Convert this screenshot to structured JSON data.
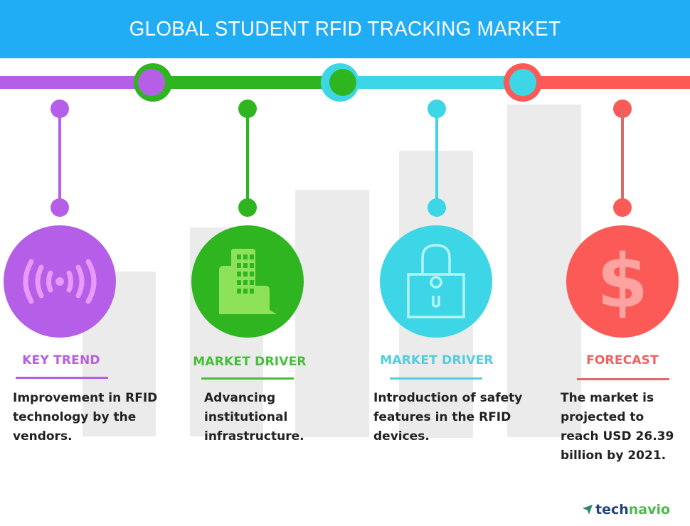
{
  "header": {
    "title": "GLOBAL STUDENT RFID TRACKING MARKET",
    "bg_color": "#21adf5"
  },
  "colors": {
    "purple": "#b55ee8",
    "green": "#2fb51f",
    "cyan": "#3dd6e6",
    "red": "#fb5a56",
    "bar_gray": "#ebebeb",
    "text": "#222222"
  },
  "columns": [
    {
      "icon": "rfid-signal-icon",
      "label": "KEY TREND",
      "label_color": "#b55ee8",
      "description": "Improvement in RFID\ntechnology by the\nvendors."
    },
    {
      "icon": "building-icon",
      "label": "MARKET DRIVER",
      "label_color": "#46bf38",
      "description": "Advancing\ninstitutional\ninfrastructure."
    },
    {
      "icon": "padlock-icon",
      "label": "MARKET DRIVER",
      "label_color": "#4fcfdf",
      "description": "Introduction of safety\nfeatures in the RFID\ndevices."
    },
    {
      "icon": "dollar-icon",
      "label": "FORECAST",
      "label_color": "#f06262",
      "description": "The market is\nprojected to\nreach USD 26.39\nbillion by 2021."
    }
  ],
  "forecast": {
    "value": "USD 26.39 billion",
    "year": "2021"
  },
  "logo": {
    "part1": "tech",
    "part2": "navio"
  }
}
